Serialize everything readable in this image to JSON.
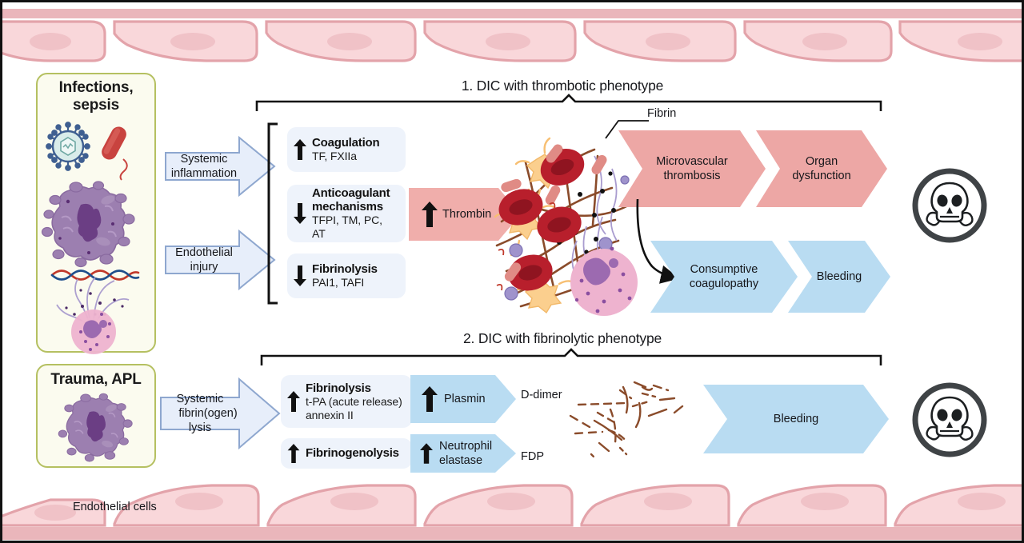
{
  "figure": {
    "title_thrombotic": "1. DIC with thrombotic phenotype",
    "title_fibrinolytic": "2. DIC with fibrinolytic phenotype",
    "endothelial_label": "Endothelial cells",
    "fibrin_label": "Fibrin"
  },
  "sources": [
    {
      "id": "infections",
      "label": "Infections,\nsepsis",
      "line1": "Infections,",
      "line2": "sepsis"
    },
    {
      "id": "trauma",
      "label": "Trauma, APL",
      "line1": "Trauma, APL",
      "line2": ""
    }
  ],
  "inflows": [
    {
      "id": "systemic-inflammation",
      "line1": "Systemic",
      "line2": "inflammation"
    },
    {
      "id": "endothelial-injury",
      "line1": "Endothelial",
      "line2": "injury"
    },
    {
      "id": "systemic-fibrinogen-lysis",
      "line1": "Systemic",
      "line2": "fibrin(ogen) lysis"
    }
  ],
  "thrombotic": {
    "mechanisms": [
      {
        "id": "coagulation",
        "direction": "up",
        "title": "Coagulation",
        "sub": "TF, FXIIa"
      },
      {
        "id": "anticoagulant-mechanisms",
        "direction": "down",
        "title": "Anticoagulant\nmechanisms",
        "title_l1": "Anticoagulant",
        "title_l2": "mechanisms",
        "sub": "TFPI, TM, PC, AT"
      },
      {
        "id": "fibrinolysis-down",
        "direction": "down",
        "title": "Fibrinolysis",
        "sub": "PAI1, TAFI"
      }
    ],
    "thrombin": {
      "id": "thrombin",
      "label": "Thrombin",
      "direction": "up",
      "color": "#f0aeab"
    },
    "outcomes_red": [
      {
        "id": "microvascular-thrombosis",
        "l1": "Microvascular",
        "l2": "thrombosis"
      },
      {
        "id": "organ-dysfunction",
        "l1": "Organ",
        "l2": "dysfunction"
      }
    ],
    "outcomes_blue": [
      {
        "id": "consumptive-coagulopathy",
        "l1": "Consumptive",
        "l2": "coagulopathy"
      },
      {
        "id": "bleeding-1",
        "l1": "Bleeding",
        "l2": ""
      }
    ]
  },
  "fibrinolytic": {
    "mechanisms": [
      {
        "id": "fibrinolysis-up",
        "direction": "up",
        "title": "Fibrinolysis",
        "sub_l1": "t-PA (acute release)",
        "sub_l2": "annexin II"
      },
      {
        "id": "fibrinogenolysis",
        "direction": "up",
        "title": "Fibrinogenolysis",
        "sub_l1": "",
        "sub_l2": ""
      }
    ],
    "mediators": [
      {
        "id": "plasmin",
        "l1": "Plasmin",
        "l2": "",
        "direction": "up"
      },
      {
        "id": "neutrophil-elastase",
        "l1": "Neutrophil",
        "l2": "elastase",
        "direction": "up"
      }
    ],
    "products": [
      {
        "id": "d-dimer",
        "label": "D-dimer"
      },
      {
        "id": "fdp",
        "label": "FDP"
      }
    ],
    "outcome": {
      "id": "bleeding-2",
      "label": "Bleeding"
    }
  },
  "colors": {
    "red_arrow": "#f0aeab",
    "blue_arrow": "#b9dcf2",
    "pale_blue_fill": "#e7eefa",
    "pale_blue_stroke": "#8ea7cf",
    "infobox_bg": "#eef3fb",
    "endothelium": "#f7d3d6",
    "endothelium_edge": "#e3a3aa",
    "green_border": "#b5c061",
    "cream_bg": "#fbfbef",
    "skull_ring": "#3f4346",
    "ink": "#111111"
  },
  "icons": {
    "skull_1": "skull-crossbones-icon",
    "skull_2": "skull-crossbones-icon",
    "virus": "virus-icon",
    "bacterium": "bacterium-icon",
    "monocyte": "monocyte-icon",
    "neutrophil_net": "neutrophil-net-icon",
    "dna": "dna-helix-icon",
    "clot": "fibrin-clot-icon",
    "fdp_fragments": "fibrin-degradation-fragments-icon"
  }
}
